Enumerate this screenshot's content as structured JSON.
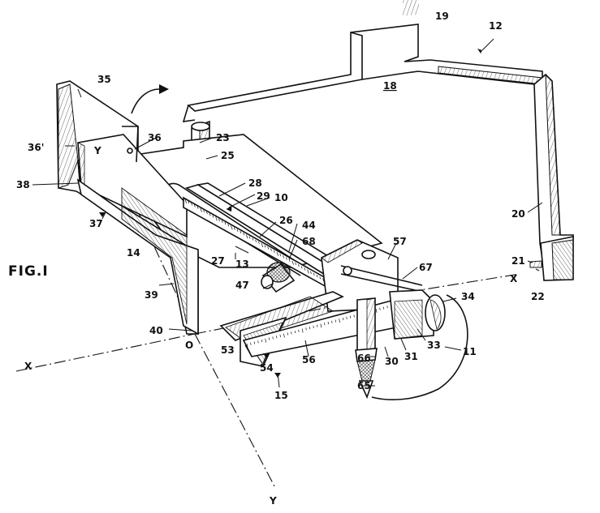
{
  "figure": {
    "fig_label": "FIG.I",
    "labels": {
      "n10": "10",
      "n11": "11",
      "n12": "12",
      "n13": "13",
      "n14": "14",
      "n15": "15",
      "n18": "18",
      "n19": "19",
      "n20": "20",
      "n21": "21",
      "n22": "22",
      "n23": "23",
      "n25": "25",
      "n26": "26",
      "n27": "27",
      "n28": "28",
      "n29": "29",
      "n30": "30",
      "n31": "31",
      "n33": "33",
      "n34": "34",
      "n35": "35",
      "n36": "36",
      "n36p": "36'",
      "n37": "37",
      "n38": "38",
      "n39": "39",
      "n40": "40",
      "n44": "44",
      "n47": "47",
      "n53": "53",
      "n54": "54",
      "n56": "56",
      "n57": "57",
      "n65": "65",
      "n66": "66",
      "n67": "67",
      "n68": "68"
    },
    "axes": {
      "x_left": "X",
      "x_right": "X",
      "y_top": "Y",
      "y_bottom": "Y",
      "origin": "O"
    }
  }
}
